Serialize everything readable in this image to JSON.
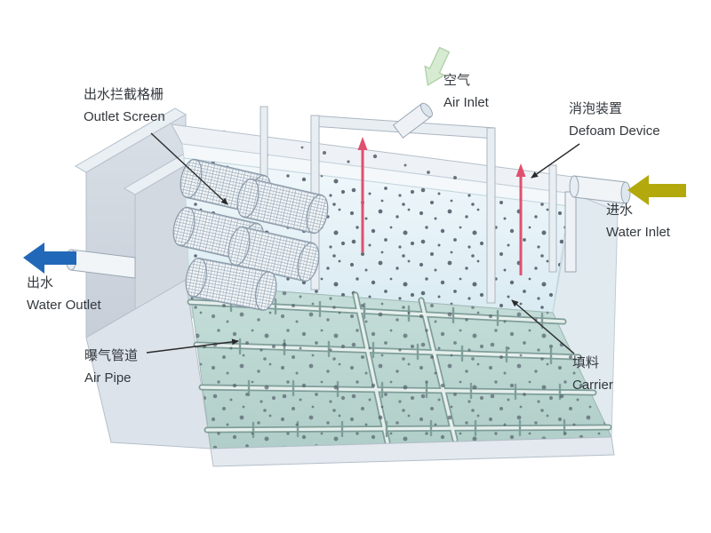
{
  "labels": {
    "outlet_screen": {
      "zh": "出水拦截格栅",
      "en": "Outlet Screen"
    },
    "air_inlet": {
      "zh": "空气",
      "en": "Air Inlet"
    },
    "defoam_device": {
      "zh": "消泡装置",
      "en": "Defoam Device"
    },
    "water_inlet": {
      "zh": "进水",
      "en": "Water Inlet"
    },
    "water_outlet": {
      "zh": "出水",
      "en": "Water Outlet"
    },
    "air_pipe": {
      "zh": "曝气管道",
      "en": "Air Pipe"
    },
    "carrier": {
      "zh": "填料",
      "en": "Carrier"
    }
  },
  "colors": {
    "water_outlet_arrow": "#2268b8",
    "water_inlet_arrow": "#b3a90c",
    "air_inlet_arrow": "#d6ebd1",
    "defoam_rod": "#e0506e",
    "leader_arrow": "#2a2a2a",
    "water": "#e8f3f7",
    "floor": "#bcd8d5",
    "wall": "#dde4ec",
    "carrier_dot": "#4b5663"
  }
}
